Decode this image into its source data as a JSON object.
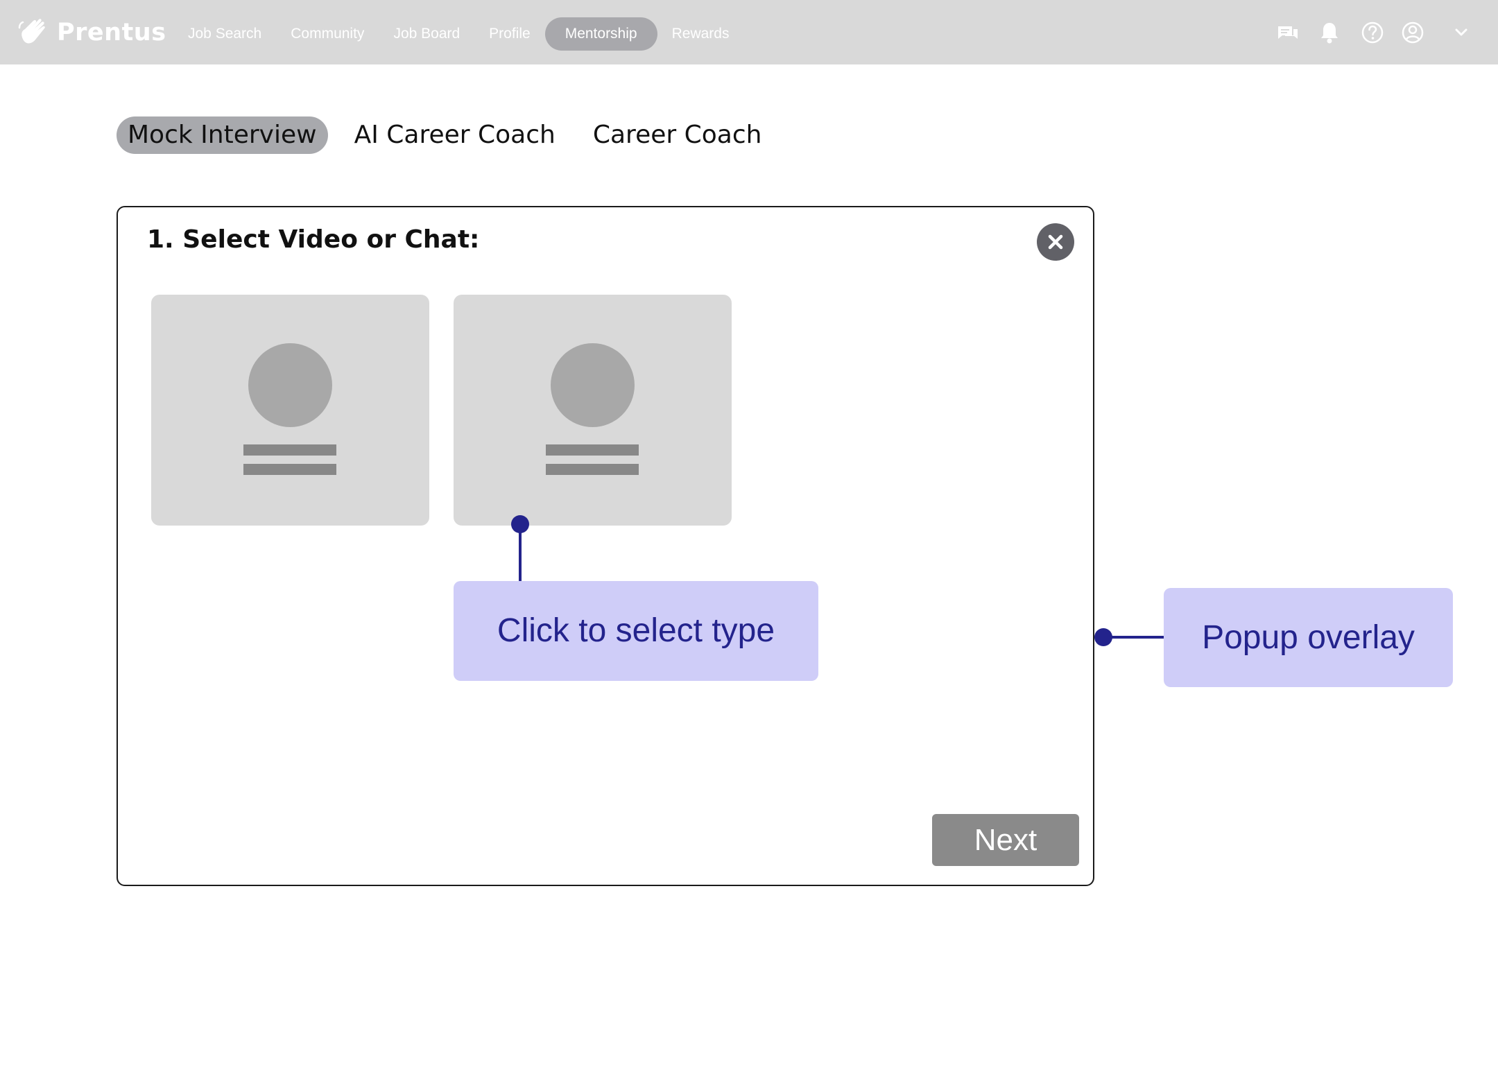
{
  "app": {
    "brand": "Prentus"
  },
  "nav": {
    "items": [
      "Job Search",
      "Community",
      "Job Board",
      "Profile",
      "Mentorship",
      "Rewards"
    ],
    "active": "Mentorship"
  },
  "top_icons": [
    "chat-icon",
    "bell-icon",
    "help-icon",
    "user-icon",
    "chevron-down-icon"
  ],
  "tabs": {
    "items": [
      "Mock Interview",
      "AI Career Coach",
      "Career Coach"
    ],
    "active": "Mock Interview"
  },
  "popup": {
    "title": "1. Select Video or Chat:",
    "close_icon": "close-icon",
    "next_label": "Next"
  },
  "annotations": {
    "select_type": "Click to select type",
    "popup_overlay": "Popup overlay"
  },
  "colors": {
    "topbar": "#d9d9d9",
    "nav_active": "#a8a8ac",
    "tab_active": "#a8a9ad",
    "card": "#d9d9d9",
    "next_button": "#8a8a8a",
    "annotation_fill": "#cfcdf8",
    "annotation_ink": "#23238c",
    "close_button": "#616167"
  }
}
